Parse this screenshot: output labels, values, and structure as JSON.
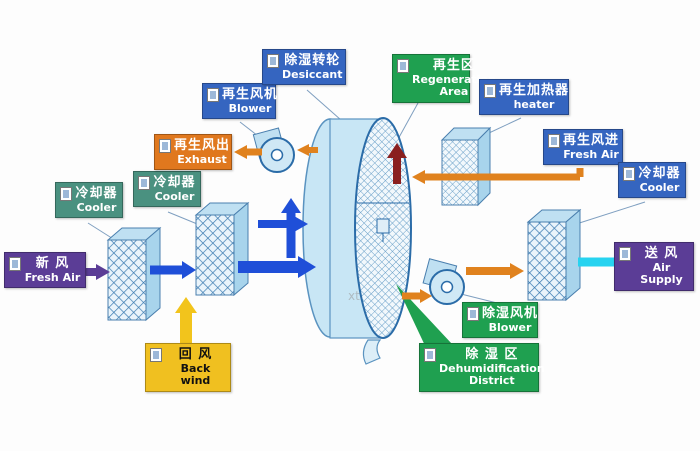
{
  "diagram": {
    "watermark": "xt",
    "labels": {
      "fresh_air_in": {
        "zh": "新 风",
        "en": "Fresh Air"
      },
      "cooler_left_1": {
        "zh": "冷却器",
        "en": "Cooler"
      },
      "cooler_left_2": {
        "zh": "冷却器",
        "en": "Cooler"
      },
      "back_wind": {
        "zh": "回 风",
        "en": "Back wind"
      },
      "regen_blower": {
        "zh": "再生风机",
        "en": "Blower"
      },
      "exhaust": {
        "zh": "再生风出",
        "en": "Exhaust"
      },
      "desiccant": {
        "zh": "除湿转轮",
        "en": "Desiccant"
      },
      "regen_area": {
        "zh": "再生区",
        "en": "Regeneration Area"
      },
      "heater": {
        "zh": "再生加热器",
        "en": "heater"
      },
      "regen_fresh_air": {
        "zh": "再生风进",
        "en": "Fresh Air"
      },
      "cooler_right": {
        "zh": "冷却器",
        "en": "Cooler"
      },
      "air_supply": {
        "zh": "送 风",
        "en": "Air Supply"
      },
      "dehum_blower": {
        "zh": "除湿风机",
        "en": "Blower"
      },
      "dehum_district": {
        "zh": "除 湿 区",
        "en": "Dehumidification District"
      }
    },
    "colors": {
      "label_purple": "#5b3d96",
      "label_teal": "#4a9180",
      "label_blue": "#3565c0",
      "label_orange": "#e0781e",
      "label_yellow": "#f0c020",
      "label_green": "#1fa050",
      "arrow_blue": "#1f4fd8",
      "arrow_orange": "#e0821e",
      "arrow_yellow": "#f2c41c",
      "arrow_cyan": "#27d3f0",
      "arrow_darkred": "#8a1f1f",
      "arrow_purple": "#5b3d96",
      "wheel_fill": "#c8e6f5",
      "outline_blue": "#2b6ca8"
    }
  }
}
